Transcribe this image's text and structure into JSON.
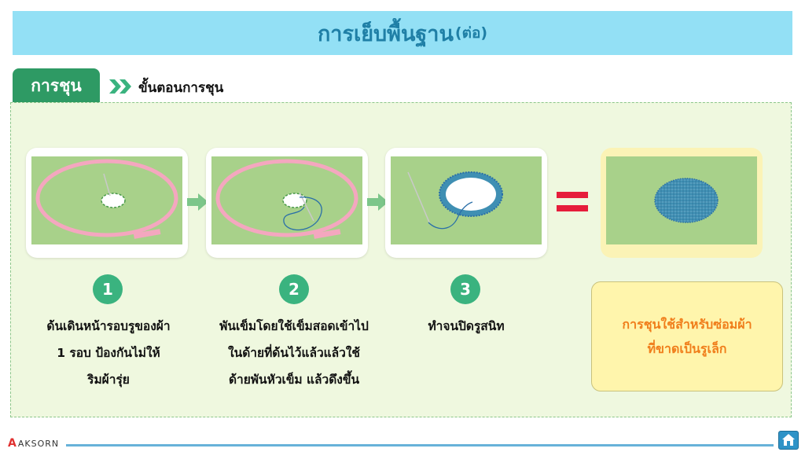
{
  "title": {
    "main": "การเย็บพื้นฐาน",
    "sub": "(ต่อ)"
  },
  "tab": {
    "label": "การชุน"
  },
  "step_heading": "ขั้นตอนการชุน",
  "steps": [
    {
      "number": "1",
      "lines": [
        "ด้นเดินหน้ารอบรูของผ้า",
        "1 รอบ ป้องกันไม่ให้",
        "ริมผ้ารุ่ย"
      ]
    },
    {
      "number": "2",
      "lines": [
        "พันเข็มโดยใช้เข็มสอดเข้าไป",
        "ในด้ายที่ด้นไว้แล้วแล้วใช้",
        "ด้ายพันหัวเข็ม แล้วดึงขึ้น"
      ]
    },
    {
      "number": "3",
      "lines": [
        "ทำจนปิดรูสนิท"
      ]
    }
  ],
  "note": {
    "lines": [
      "การชุนใช้สำหรับซ่อมผ้า",
      "ที่ขาดเป็นรูเล็ก"
    ]
  },
  "footer": {
    "logo_text": "AKSORN"
  },
  "colors": {
    "title_bg": "#93e0f5",
    "tab_green": "#2e9a64",
    "step_circle": "#3ab37f",
    "fabric": "#a8d18a",
    "hoop_pink": "#f4a7bf",
    "equals_red": "#e61d3b",
    "note_text": "#f07e1b"
  }
}
